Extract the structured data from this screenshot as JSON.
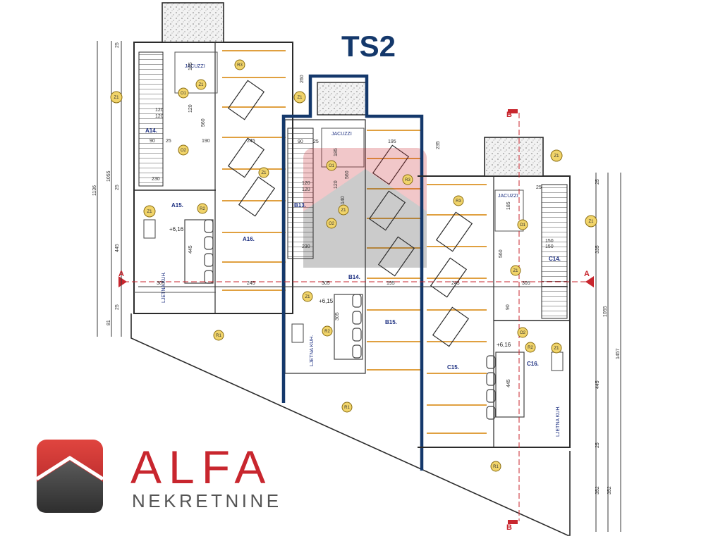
{
  "title": "TS2",
  "colors": {
    "accent": "#14386b",
    "brand": "#c8262e",
    "line": "#2b2b2b",
    "dim": "#3a3a3a",
    "section": "#c8262e",
    "parking": "#e0a040"
  },
  "rooms": {
    "a14": "A14.",
    "a15": "A15.",
    "a16": "A16.",
    "b13": "B13.",
    "b14": "B14.",
    "b15": "B15.",
    "c14": "C14.",
    "c15": "C15.",
    "c16": "C16."
  },
  "labels": {
    "jacuzzi": "JACUZZI",
    "kitchen": "LJETNA KUH.",
    "level_a": "+6,16",
    "level_b": "+6,15",
    "level_c": "+6,16",
    "section_a": "A",
    "section_b": "B"
  },
  "tags": {
    "z1": "Z1",
    "o1": "O1",
    "o2": "O2",
    "r1": "R1",
    "r2": "R2",
    "r3": "R3"
  },
  "dims": {
    "d25": "25",
    "d305": "305",
    "d245": "245",
    "d190": "190",
    "d195": "195",
    "d90": "90",
    "d120": "120",
    "d185": "185",
    "d560": "560",
    "d445": "445",
    "d1055": "1055",
    "d1136": "1136",
    "d1457": "1457",
    "d335": "335",
    "d81": "81",
    "d352": "352",
    "d235": "235",
    "d260": "260",
    "d230": "230",
    "d150": "150",
    "d140": "140"
  },
  "logo": {
    "name": "ALFA",
    "tagline": "NEKRETNINE"
  }
}
